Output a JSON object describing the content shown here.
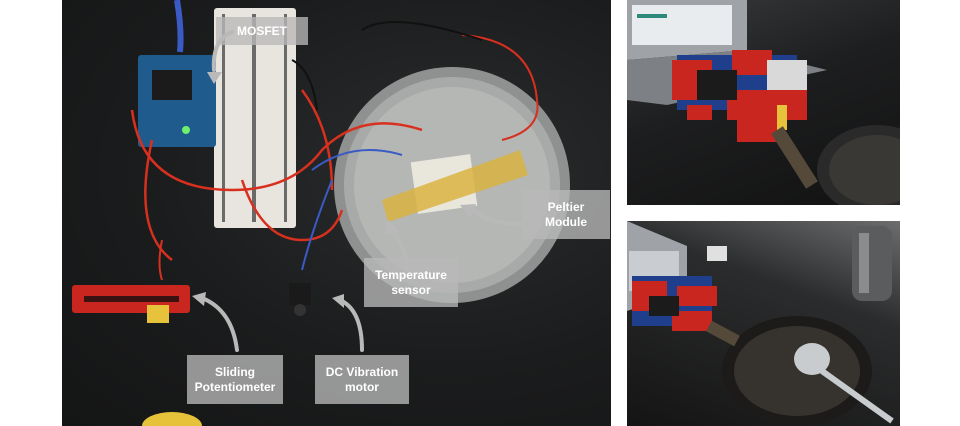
{
  "labels": {
    "mosfet": "MOSFET",
    "peltier": "Peltier\nModule",
    "temperature": "Temperature\nsensor",
    "potentiometer": "Sliding\nPotentiometer",
    "vibration": "DC Vibration\nmotor"
  },
  "colors": {
    "background": "#ffffff",
    "callout": "#b9b9b9",
    "wire_red": "#d8301e",
    "wire_blue": "#3a5bc4",
    "lego_red": "#c8261e",
    "arduino_blue": "#1f5b8c"
  }
}
